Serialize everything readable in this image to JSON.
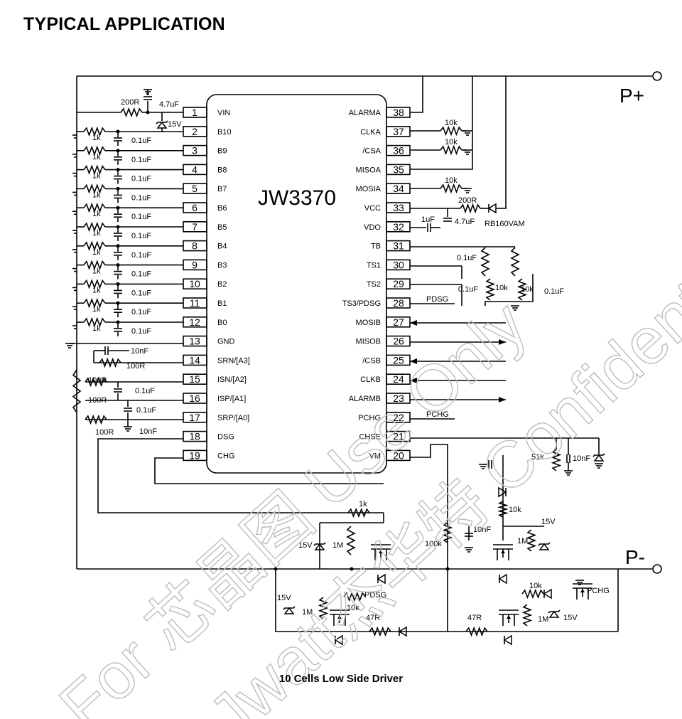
{
  "heading": "TYPICAL APPLICATION",
  "chip_name": "JW3370",
  "caption": "10 Cells Low Side Driver",
  "watermark": "For 芯晶图 Use Only",
  "watermark2": "Jwatt杰华特 Confidential",
  "terminals": {
    "pos": "P+",
    "neg": "P-"
  },
  "left_pins": [
    {
      "num": "1",
      "name": "VIN"
    },
    {
      "num": "2",
      "name": "B10"
    },
    {
      "num": "3",
      "name": "B9"
    },
    {
      "num": "4",
      "name": "B8"
    },
    {
      "num": "5",
      "name": "B7"
    },
    {
      "num": "6",
      "name": "B6"
    },
    {
      "num": "7",
      "name": "B5"
    },
    {
      "num": "8",
      "name": "B4"
    },
    {
      "num": "9",
      "name": "B3"
    },
    {
      "num": "10",
      "name": "B2"
    },
    {
      "num": "11",
      "name": "B1"
    },
    {
      "num": "12",
      "name": "B0"
    },
    {
      "num": "13",
      "name": "GND"
    },
    {
      "num": "14",
      "name": "SRN/[A3]"
    },
    {
      "num": "15",
      "name": "ISN/[A2]"
    },
    {
      "num": "16",
      "name": "ISP/[A1]"
    },
    {
      "num": "17",
      "name": "SRP/[A0]"
    },
    {
      "num": "18",
      "name": "DSG"
    },
    {
      "num": "19",
      "name": "CHG"
    }
  ],
  "right_pins": [
    {
      "num": "38",
      "name": "ALARMA"
    },
    {
      "num": "37",
      "name": "CLKA"
    },
    {
      "num": "36",
      "name": "/CSA"
    },
    {
      "num": "35",
      "name": "MISOA"
    },
    {
      "num": "34",
      "name": "MOSIA"
    },
    {
      "num": "33",
      "name": "VCC"
    },
    {
      "num": "32",
      "name": "VDO"
    },
    {
      "num": "31",
      "name": "TB"
    },
    {
      "num": "30",
      "name": "TS1"
    },
    {
      "num": "29",
      "name": "TS2"
    },
    {
      "num": "28",
      "name": "TS3/PDSG"
    },
    {
      "num": "27",
      "name": "MOSIB"
    },
    {
      "num": "26",
      "name": "MISOB"
    },
    {
      "num": "25",
      "name": "/CSB"
    },
    {
      "num": "24",
      "name": "CLKB"
    },
    {
      "num": "23",
      "name": "ALARMB"
    },
    {
      "num": "22",
      "name": "PCHG"
    },
    {
      "num": "21",
      "name": "CHSE"
    },
    {
      "num": "20",
      "name": "VM"
    }
  ],
  "labels": {
    "r200": "200R",
    "c47u": "4.7uF",
    "z15": "15V",
    "r1k": "1k",
    "c01u": "0.1uF",
    "c10n": "10nF",
    "r100": "100R",
    "r10k": "10k",
    "c1u": "1uF",
    "c47u2": "4.7uF",
    "d_rb": "RB160VAM",
    "net_pdsg": "PDSG",
    "net_pchg": "PCHG",
    "r51k": "51k",
    "r100k": "100k",
    "r1m": "1M",
    "r47": "47R"
  }
}
